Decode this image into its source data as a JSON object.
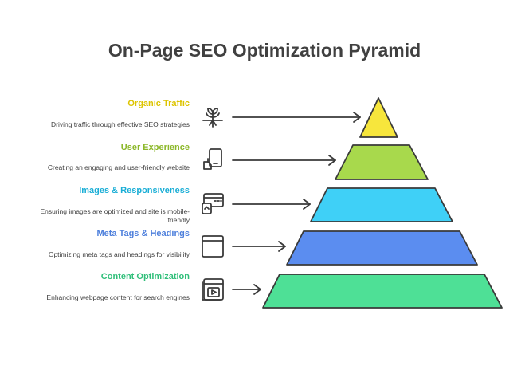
{
  "title": "On-Page SEO Optimization Pyramid",
  "levels": [
    {
      "title": "Organic Traffic",
      "description": "Driving traffic through effective SEO strategies",
      "color": "#ddc400",
      "fill": "#f7e63c",
      "icon": "plant-icon"
    },
    {
      "title": "User Experience",
      "description": "Creating an engaging and user-friendly website",
      "color": "#8cb82a",
      "fill": "#a8d94c",
      "icon": "mobile-touch-icon"
    },
    {
      "title": "Images & Responsiveness",
      "description": "Ensuring images are optimized and site is mobile-friendly",
      "color": "#1aaed6",
      "fill": "#3fd0f7",
      "icon": "responsive-window-icon"
    },
    {
      "title": "Meta Tags & Headings",
      "description": "Optimizing meta tags and headings for visibility",
      "color": "#4d7fdc",
      "fill": "#5b8df0",
      "icon": "browser-window-icon"
    },
    {
      "title": "Content Optimization",
      "description": "Enhancing webpage content for search engines",
      "color": "#2fbf79",
      "fill": "#4ee096",
      "icon": "video-content-icon"
    }
  ]
}
